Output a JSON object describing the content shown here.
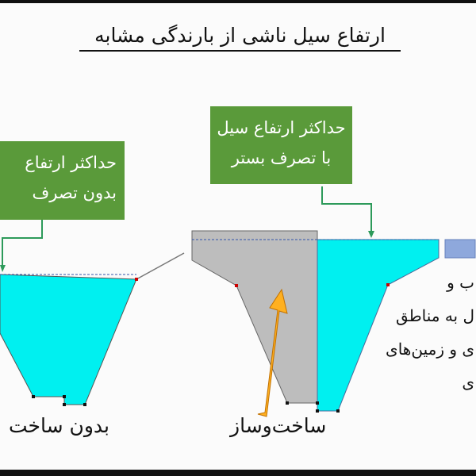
{
  "title": "ارتفاع سیل ناشی از بارندگی مشابه",
  "left_box": {
    "line1": "حداکثر ارتفاع",
    "line2": "بدون تصرف"
  },
  "right_box": {
    "line1": "حداکثر ارتفاع سیل",
    "line2": "با تصرف بستر"
  },
  "labels": {
    "without_construction": "بدون ساخت",
    "with_construction": "ساخت‌وساز"
  },
  "side_text": [
    "ب و",
    "ل به مناطق",
    "ی و زمین‌های",
    "ی"
  ],
  "colors": {
    "water": "#00f0f0",
    "box": "#5a9a3a",
    "fill": "#bdbdbd",
    "arrow": "#ffb020"
  }
}
